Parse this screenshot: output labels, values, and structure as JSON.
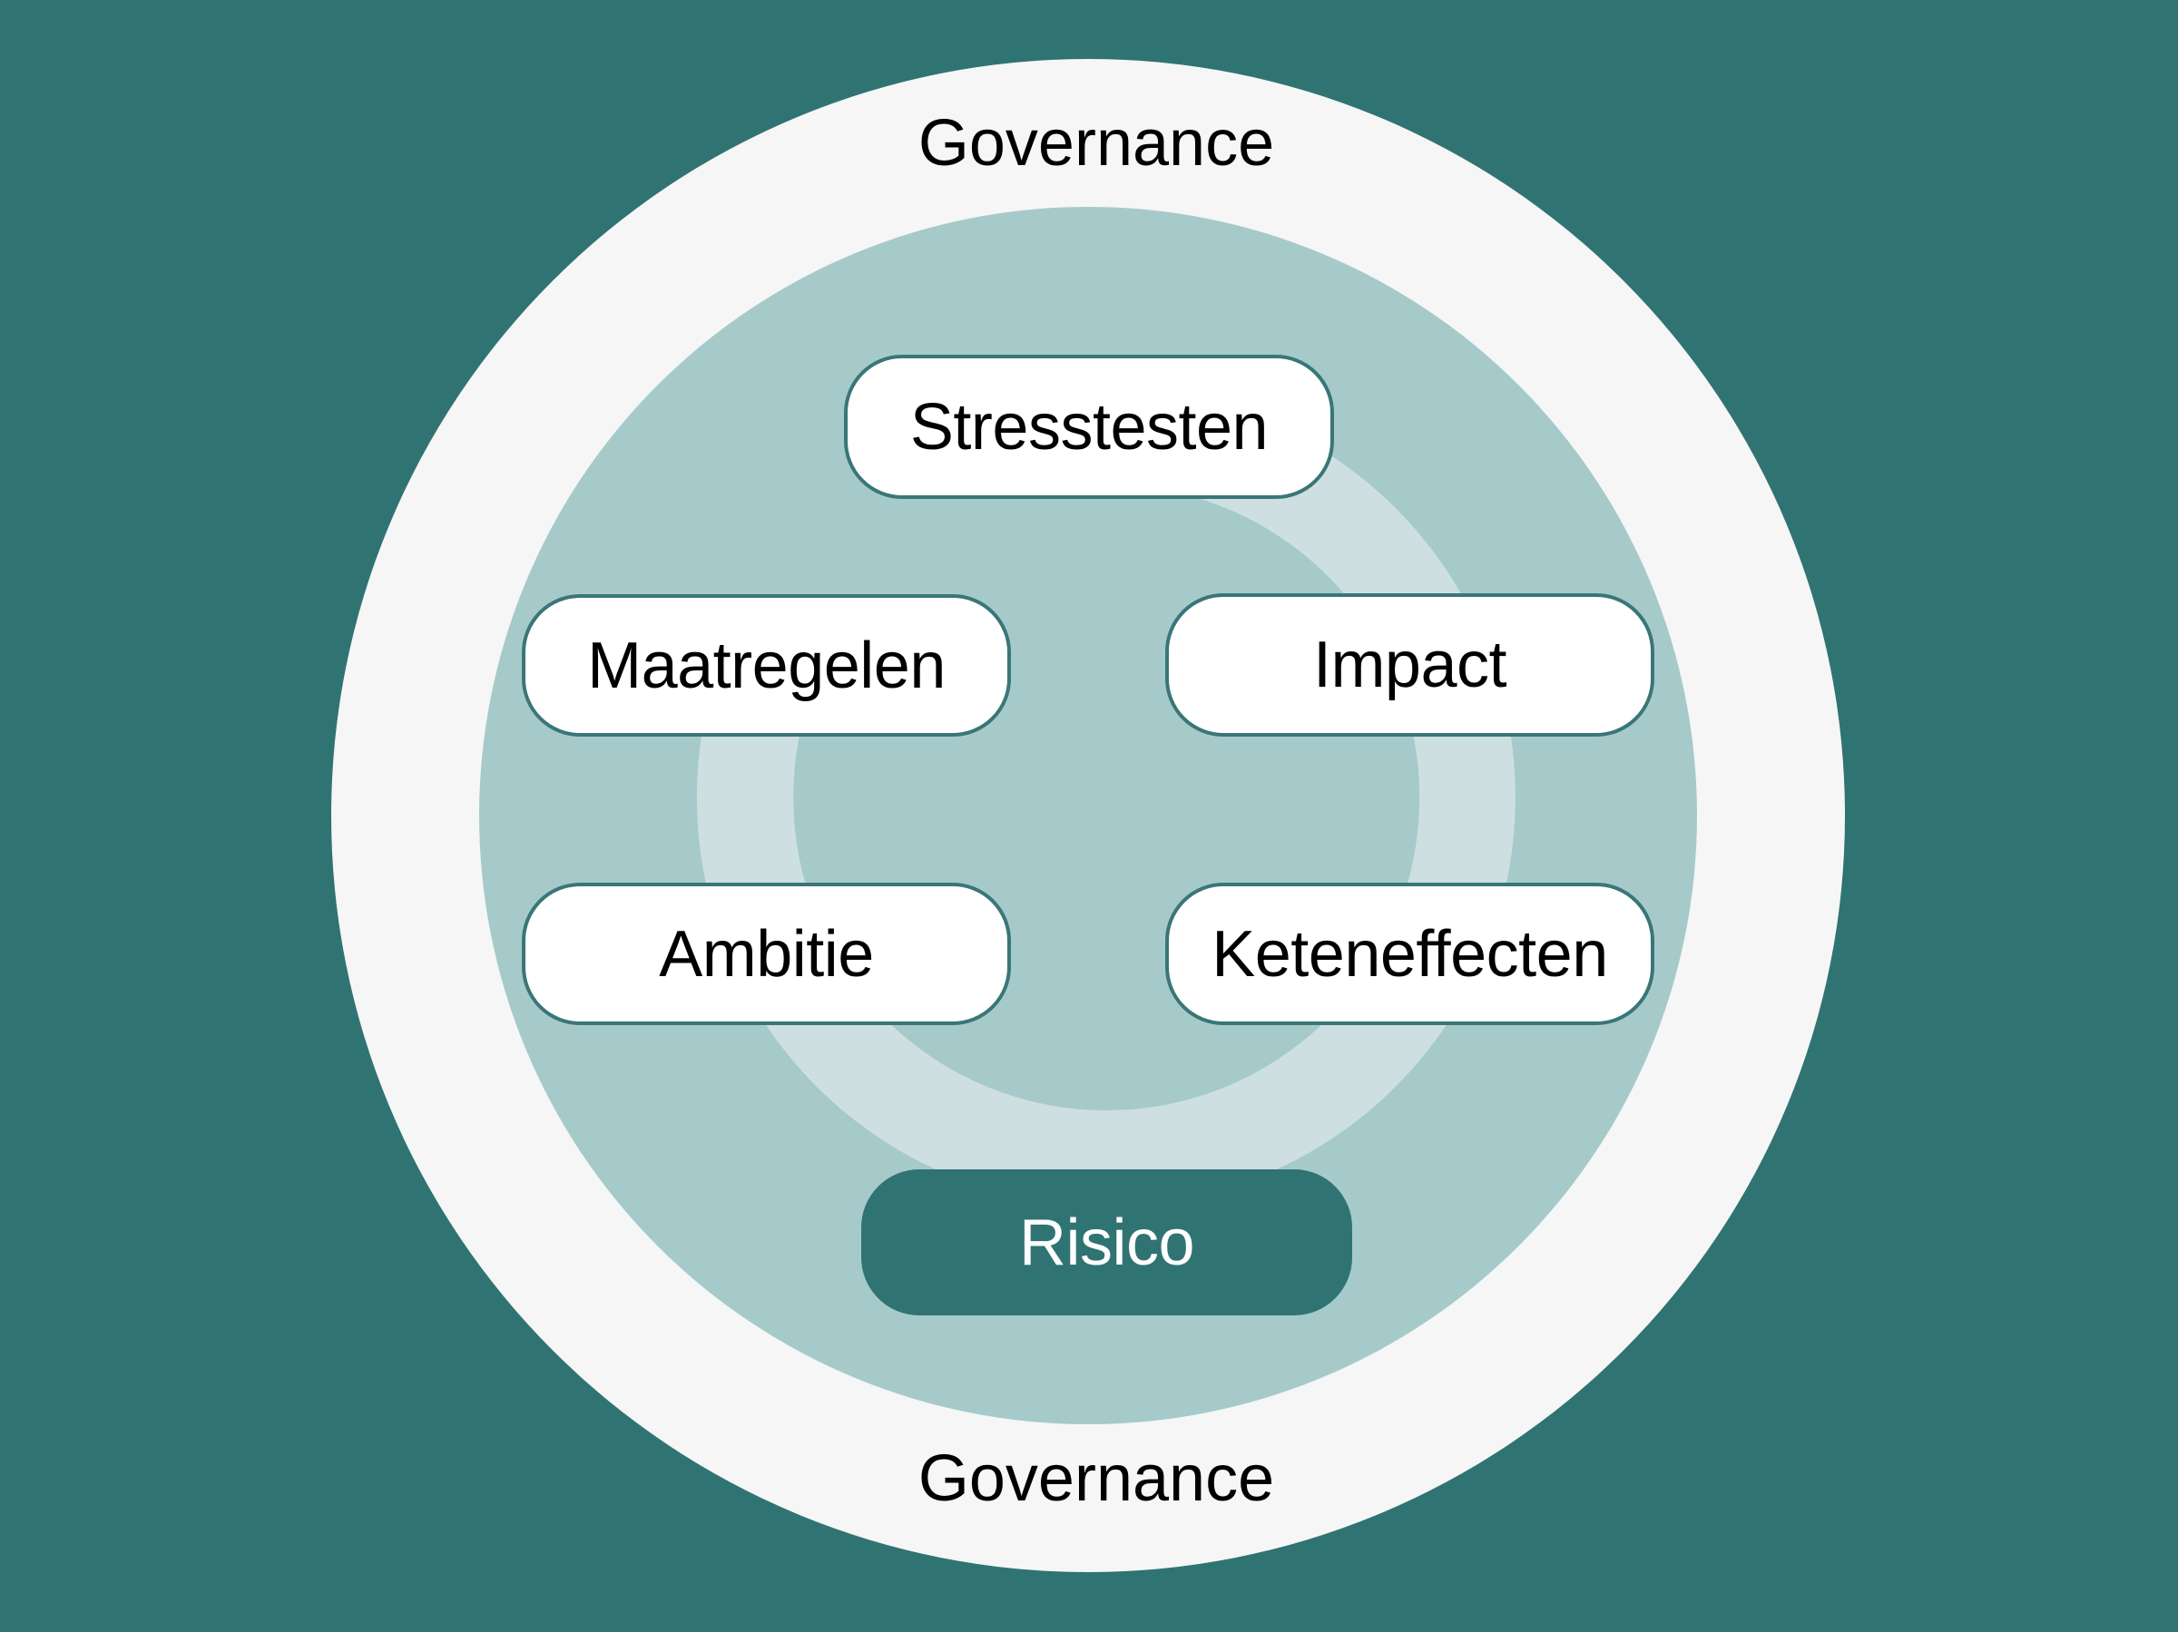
{
  "colors": {
    "background": "#307373",
    "outer_ring": "#f6f6f6",
    "inner_circle": "#a6caca",
    "cycle_arc": "#cddfe0",
    "pill_fill": "#ffffff",
    "pill_border": "#3a7677",
    "risk_fill": "#307373",
    "risk_text": "#ffffff",
    "text": "#000000"
  },
  "outer_ring": {
    "label_top": "Governance",
    "label_bottom": "Governance"
  },
  "cycle": {
    "steps": [
      {
        "id": "stresstesten",
        "label": "Stresstesten"
      },
      {
        "id": "impact",
        "label": "Impact"
      },
      {
        "id": "keteneffecten",
        "label": "Keteneffecten"
      },
      {
        "id": "ambitie",
        "label": "Ambitie"
      },
      {
        "id": "maatregelen",
        "label": "Maatregelen"
      }
    ]
  },
  "core": {
    "label": "Risico"
  }
}
